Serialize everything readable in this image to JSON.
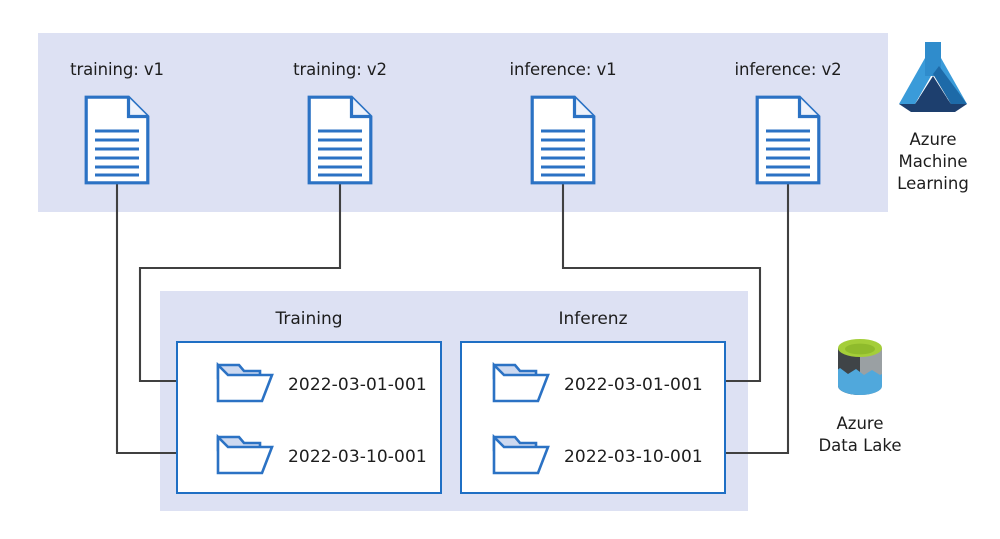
{
  "diagram": {
    "title_implicit": "Azure Machine Learning dataset versioning to Azure Data Lake folders",
    "colors": {
      "panel_background": "#dde1f3",
      "box_border": "#1f6fc4",
      "icon_stroke": "#2b72c4",
      "icon_fill": "#cdd9f0",
      "connector": "#404040",
      "text": "#1d1d1d",
      "azure_blue_light": "#3a9bd9",
      "azure_blue_dark": "#1d3f6e",
      "lake_green": "#a4ce39",
      "lake_dark": "#3f4447",
      "lake_gray": "#9aa0a3",
      "lake_water": "#50a8dc"
    }
  },
  "top_panel": {
    "name": "azure-machine-learning-assets",
    "documents": [
      {
        "label": "training: v1",
        "icon": "document-icon",
        "lines": 6
      },
      {
        "label": "training: v2",
        "icon": "document-icon",
        "lines": 6
      },
      {
        "label": "inference: v1",
        "icon": "document-icon",
        "lines": 6
      },
      {
        "label": "inference: v2",
        "icon": "document-icon",
        "lines": 6
      }
    ],
    "brand": {
      "icon": "azure-machine-learning-icon",
      "lines": [
        "Azure",
        "Machine",
        "Learning"
      ]
    }
  },
  "storage_panel": {
    "name": "azure-data-lake-containers",
    "groups": [
      {
        "title": "Training",
        "folders": [
          {
            "icon": "folder-icon",
            "name": "2022-03-01-001"
          },
          {
            "icon": "folder-icon",
            "name": "2022-03-10-001"
          }
        ]
      },
      {
        "title": "Inferenz",
        "folders": [
          {
            "icon": "folder-icon",
            "name": "2022-03-01-001"
          },
          {
            "icon": "folder-icon",
            "name": "2022-03-10-001"
          }
        ]
      }
    ],
    "brand": {
      "icon": "azure-data-lake-icon",
      "lines": [
        "Azure",
        "Data Lake"
      ]
    }
  },
  "connectors": [
    {
      "from": "training: v1",
      "to": "Training / 2022-03-10-001",
      "direction": "right"
    },
    {
      "from": "training: v2",
      "to": "Training / 2022-03-01-001",
      "direction": "right"
    },
    {
      "from": "inference: v1",
      "to": "Inferenz / 2022-03-01-001",
      "direction": "left"
    },
    {
      "from": "inference: v2",
      "to": "Inferenz / 2022-03-10-001",
      "direction": "left"
    }
  ]
}
